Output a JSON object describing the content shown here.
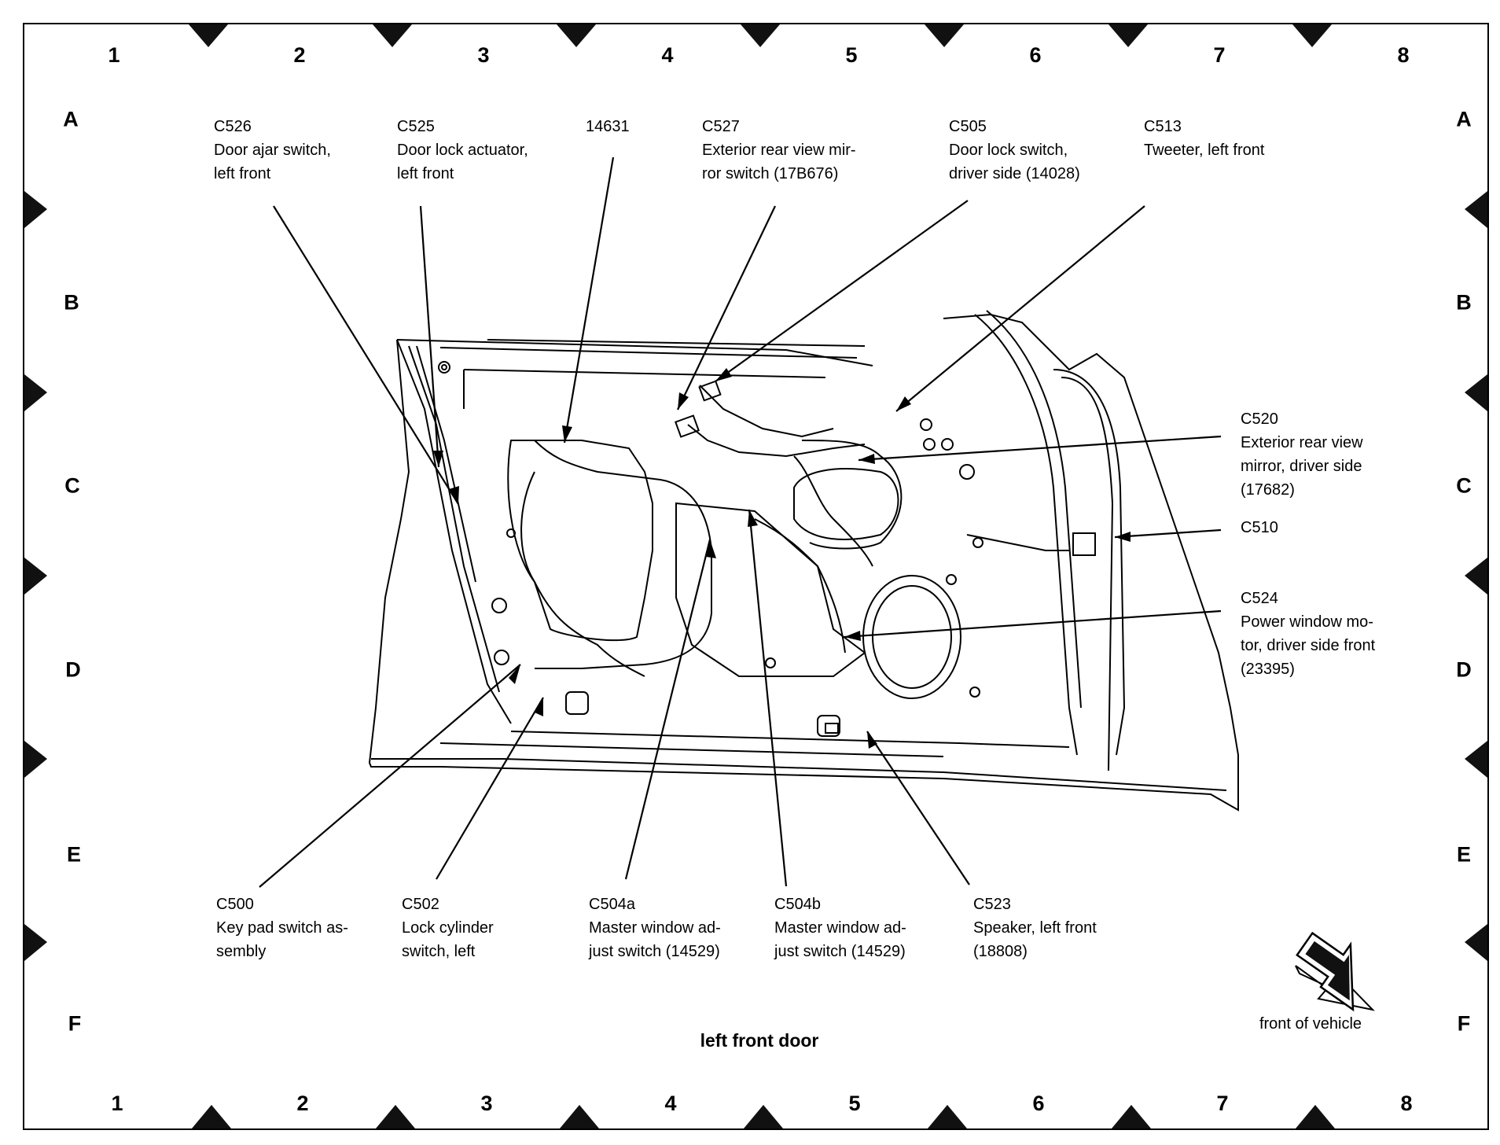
{
  "diagram": {
    "title": "left front door",
    "orientation_label": "front of vehicle",
    "grid": {
      "columns": [
        "1",
        "2",
        "3",
        "4",
        "5",
        "6",
        "7",
        "8"
      ],
      "rows": [
        "A",
        "B",
        "C",
        "D",
        "E",
        "F"
      ]
    },
    "callouts_top": [
      {
        "code": "C526",
        "desc": [
          "Door ajar switch,",
          "left front"
        ]
      },
      {
        "code": "C525",
        "desc": [
          "Door lock actuator,",
          "left front"
        ]
      },
      {
        "code": "14631",
        "desc": []
      },
      {
        "code": "C527",
        "desc": [
          "Exterior rear view mir-",
          "ror switch (17B676)"
        ]
      },
      {
        "code": "C505",
        "desc": [
          "Door lock switch,",
          "driver side (14028)"
        ]
      },
      {
        "code": "C513",
        "desc": [
          "Tweeter, left front"
        ]
      }
    ],
    "callouts_right": [
      {
        "code": "C520",
        "desc": [
          "Exterior rear view",
          "mirror, driver side",
          "(17682)"
        ]
      },
      {
        "code": "C510",
        "desc": []
      },
      {
        "code": "C524",
        "desc": [
          "Power window mo-",
          "tor, driver side front",
          "(23395)"
        ]
      }
    ],
    "callouts_bottom": [
      {
        "code": "C500",
        "desc": [
          "Key pad switch as-",
          "sembly"
        ]
      },
      {
        "code": "C502",
        "desc": [
          "Lock cylinder",
          "switch, left"
        ]
      },
      {
        "code": "C504a",
        "desc": [
          "Master window ad-",
          "just switch (14529)"
        ]
      },
      {
        "code": "C504b",
        "desc": [
          "Master window ad-",
          "just switch (14529)"
        ]
      },
      {
        "code": "C523",
        "desc": [
          "Speaker, left front",
          "(18808)"
        ]
      }
    ]
  }
}
